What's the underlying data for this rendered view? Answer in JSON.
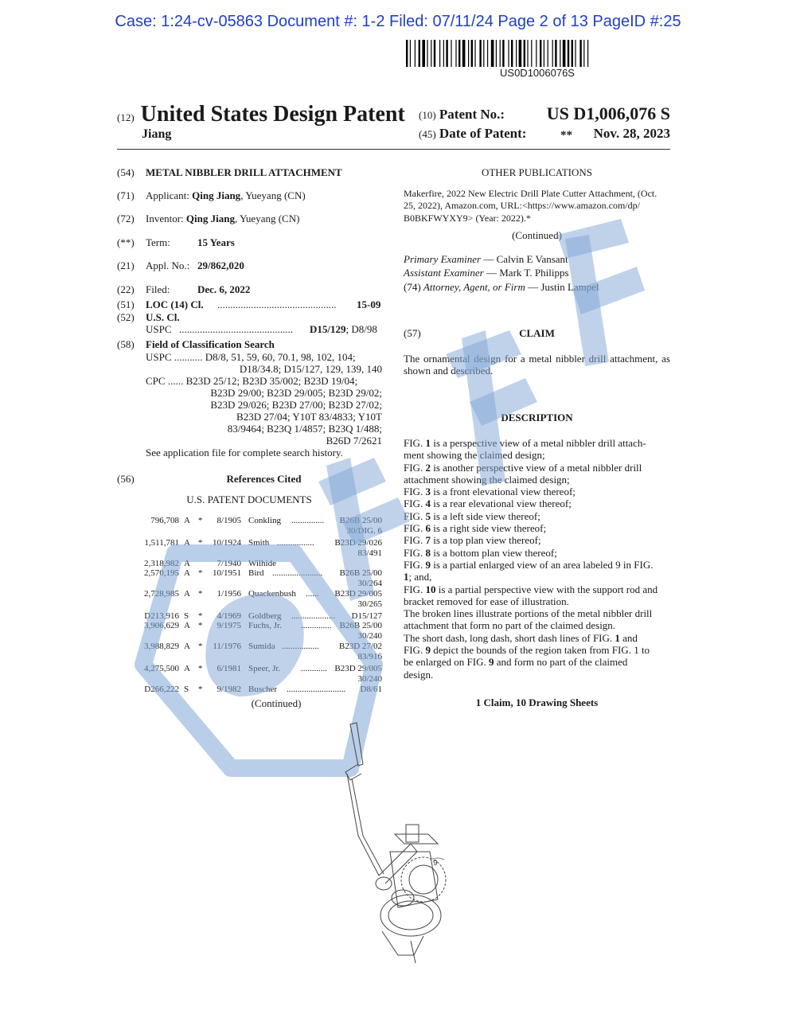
{
  "header": {
    "case_line": "Case: 1:24-cv-05863 Document #: 1-2 Filed: 07/11/24 Page 2 of 13 PageID #:25",
    "barcode_text": "US0D1006076S"
  },
  "title": {
    "code": "(12)",
    "text": "United States Design Patent",
    "inventor": "Jiang"
  },
  "patent_no": {
    "code": "(10)",
    "label": "Patent No.:",
    "value": "US D1,006,076 S"
  },
  "date": {
    "code": "(45)",
    "label": "Date of Patent:",
    "stars": "**",
    "value": "Nov. 28, 2023"
  },
  "fields": {
    "f54": {
      "code": "(54)",
      "value": "METAL NIBBLER DRILL ATTACHMENT"
    },
    "f71": {
      "code": "(71)",
      "label": "Applicant:",
      "name": "Qing Jiang",
      "rest": ", Yueyang (CN)"
    },
    "f72": {
      "code": "(72)",
      "label": "Inventor:",
      "name": "Qing Jiang",
      "rest": ", Yueyang (CN)"
    },
    "fterm": {
      "code": "(**)",
      "label": "Term:",
      "value": "15 Years"
    },
    "f21": {
      "code": "(21)",
      "label": "Appl. No.:",
      "value": "29/862,020"
    },
    "f22": {
      "code": "(22)",
      "label": "Filed:",
      "value": "Dec. 6, 2022"
    },
    "f51": {
      "code": "(51)",
      "label": "LOC (14) Cl.",
      "dots": "..............................................",
      "value": "15-09"
    },
    "f52": {
      "code": "(52)",
      "label": "U.S. Cl.",
      "uspc_label": "USPC",
      "dots": "............................................",
      "value_bold": "D15/129",
      "value_rest": "; D8/98"
    },
    "f58": {
      "code": "(58)",
      "label": "Field of Classification Search",
      "uspc_line1": "USPC ........... D8/8, 51, 59, 60, 70.1, 98, 102, 104;",
      "uspc_line2": "D18/34.8; D15/127, 129, 139, 140",
      "cpc_line1": "CPC ...... B23D 25/12; B23D 35/002; B23D 19/04;",
      "cpc_line2": "B23D 29/00; B23D 29/005; B23D 29/02;",
      "cpc_line3": "B23D 29/026; B23D 27/00; B23D 27/02;",
      "cpc_line4": "B23D 27/04; Y10T 83/4833; Y10T",
      "cpc_line5": "83/9464; B23Q 1/4857; B23Q 1/488;",
      "cpc_line6": "B26D 7/2621",
      "see_note": "See application file for complete search history."
    },
    "f56": {
      "code": "(56)",
      "label": "References Cited",
      "sub": "U.S. PATENT DOCUMENTS",
      "continued": "(Continued)"
    }
  },
  "references": [
    {
      "num": "796,708",
      "kind": "A",
      "star": "*",
      "date": "8/1905",
      "name": "Conkling",
      "dots": "...............",
      "cls": "B26B 25/00",
      "cls2": "30/DIG. 6"
    },
    {
      "num": "1,511,781",
      "kind": "A",
      "star": "*",
      "date": "10/1924",
      "name": "Smith",
      "dots": ".................",
      "cls": "B23D 29/026",
      "cls2": "83/491"
    },
    {
      "num": "2,318,982",
      "kind": "A",
      "star": "",
      "date": "7/1940",
      "name": "Wilhide",
      "dots": "",
      "cls": "",
      "cls2": ""
    },
    {
      "num": "2,570,195",
      "kind": "A",
      "star": "*",
      "date": "10/1951",
      "name": "Bird",
      "dots": ".......................",
      "cls": "B26B 25/00",
      "cls2": "30/264"
    },
    {
      "num": "2,728,985",
      "kind": "A",
      "star": "*",
      "date": "1/1956",
      "name": "Quackenbush",
      "dots": "......",
      "cls": "B23D 29/005",
      "cls2": "30/265"
    },
    {
      "num": "D213,916",
      "kind": "S",
      "star": "*",
      "date": "4/1969",
      "name": "Goldberg",
      "dots": "....................",
      "cls": "D15/127",
      "cls2": ""
    },
    {
      "num": "3,906,629",
      "kind": "A",
      "star": "*",
      "date": "9/1975",
      "name": "Fuchs, Jr.",
      "dots": "..............",
      "cls": "B26B 25/00",
      "cls2": "30/240"
    },
    {
      "num": "3,988,829",
      "kind": "A",
      "star": "*",
      "date": "11/1976",
      "name": "Sumida",
      "dots": ".................",
      "cls": "B23D 27/02",
      "cls2": "83/916"
    },
    {
      "num": "4,275,500",
      "kind": "A",
      "star": "*",
      "date": "6/1981",
      "name": "Speer, Jr.",
      "dots": "............",
      "cls": "B23D 29/005",
      "cls2": "30/240"
    },
    {
      "num": "D266,222",
      "kind": "S",
      "star": "*",
      "date": "9/1982",
      "name": "Buscher",
      "dots": "...........................",
      "cls": "D8/61",
      "cls2": ""
    }
  ],
  "other_publications": {
    "heading": "OTHER PUBLICATIONS",
    "line1": "Makerfire, 2022 New Electric Drill Plate Cutter Attachment, (Oct.",
    "line2": "25, 2022), Amazon.com, URL:<https://www.amazon.com/dp/",
    "line3": "B0BKFWYXY9> (Year: 2022).*",
    "continued": "(Continued)"
  },
  "examiners": {
    "primary_label": "Primary Examiner",
    "primary": " — Calvin E Vansant",
    "assistant_label": "Assistant Examiner",
    "assistant": " — Mark T. Philipps",
    "attorney_code": "(74)",
    "attorney_label": "Attorney, Agent, or Firm",
    "attorney": " — Justin Lampel"
  },
  "claim": {
    "code": "(57)",
    "heading": "CLAIM",
    "text": "The ornamental design for a metal nibbler drill attachment, as shown and described."
  },
  "description": {
    "heading": "DESCRIPTION",
    "lines": [
      {
        "pre": "FIG. ",
        "fig": "1",
        "post": " is a perspective view of a metal nibbler drill attach-"
      },
      {
        "pre": "ment showing the claimed design;",
        "fig": "",
        "post": ""
      },
      {
        "pre": "FIG. ",
        "fig": "2",
        "post": " is another perspective view of a metal nibbler drill"
      },
      {
        "pre": "attachment showing the claimed design;",
        "fig": "",
        "post": ""
      },
      {
        "pre": "FIG. ",
        "fig": "3",
        "post": " is a front elevational view thereof;"
      },
      {
        "pre": "FIG. ",
        "fig": "4",
        "post": " is a rear elevational view thereof;"
      },
      {
        "pre": "FIG. ",
        "fig": "5",
        "post": " is a left side view thereof;"
      },
      {
        "pre": "FIG. ",
        "fig": "6",
        "post": " is a right side view thereof;"
      },
      {
        "pre": "FIG. ",
        "fig": "7",
        "post": " is a top plan view thereof;"
      },
      {
        "pre": "FIG. ",
        "fig": "8",
        "post": " is a bottom plan view thereof;"
      },
      {
        "pre": "FIG. ",
        "fig": "9",
        "post": " is a partial enlarged view of an area labeled 9 in FIG."
      },
      {
        "pre": "",
        "fig": "1",
        "post": "; and,"
      },
      {
        "pre": "FIG. ",
        "fig": "10",
        "post": " is a partial perspective view with the support rod and"
      },
      {
        "pre": "bracket removed for ease of illustration.",
        "fig": "",
        "post": ""
      },
      {
        "pre": "The broken lines illustrate portions of the metal nibbler drill",
        "fig": "",
        "post": ""
      },
      {
        "pre": "attachment that form no part of the claimed design.",
        "fig": "",
        "post": ""
      },
      {
        "pre": "The short dash, long dash, short dash lines of FIG. ",
        "fig": "1",
        "post": " and"
      },
      {
        "pre": "FIG. ",
        "fig": "9",
        "post": " depict the bounds of the region taken from FIG. 1 to"
      },
      {
        "pre": "be enlarged on FIG. ",
        "fig": "9",
        "post": " and form no part of the claimed"
      },
      {
        "pre": "design.",
        "fig": "",
        "post": ""
      }
    ],
    "summary": "1 Claim, 10 Drawing Sheets"
  },
  "drawing": {
    "label": "9"
  },
  "colors": {
    "header_blue": "#1f3fc8",
    "watermark": "#7fa6d6"
  }
}
